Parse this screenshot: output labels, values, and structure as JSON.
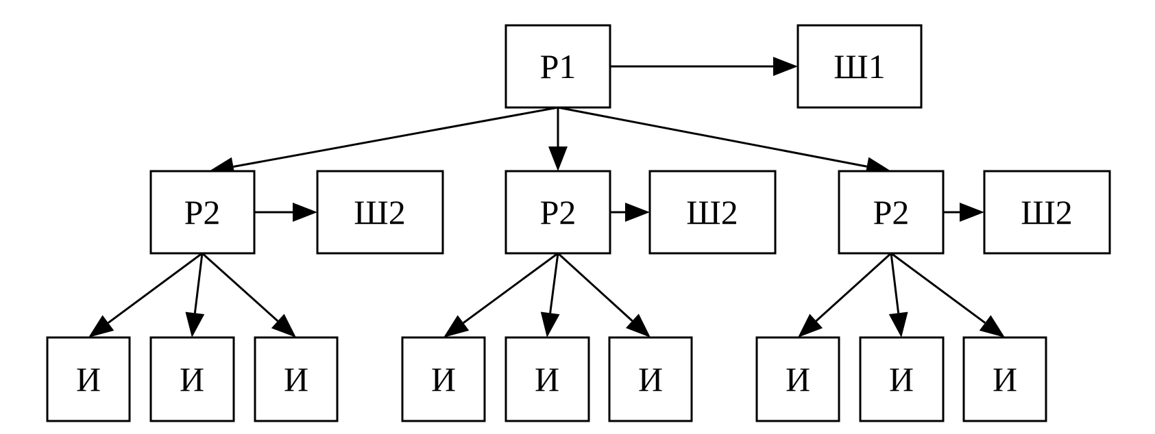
{
  "diagram": {
    "colors": {
      "stroke": "#000000",
      "background": "#ffffff"
    },
    "nodes": {
      "p1": "Р1",
      "sh1": "Ш1",
      "p2a": "Р2",
      "sh2a": "Ш2",
      "p2b": "Р2",
      "sh2b": "Ш2",
      "p2c": "Р2",
      "sh2c": "Ш2",
      "i1": "И",
      "i2": "И",
      "i3": "И",
      "i4": "И",
      "i5": "И",
      "i6": "И",
      "i7": "И",
      "i8": "И",
      "i9": "И"
    },
    "edges": [
      {
        "from": "p1",
        "to": "sh1"
      },
      {
        "from": "p1",
        "to": "p2a"
      },
      {
        "from": "p1",
        "to": "p2b"
      },
      {
        "from": "p1",
        "to": "p2c"
      },
      {
        "from": "p2a",
        "to": "sh2a"
      },
      {
        "from": "p2b",
        "to": "sh2b"
      },
      {
        "from": "p2c",
        "to": "sh2c"
      },
      {
        "from": "p2a",
        "to": "i1"
      },
      {
        "from": "p2a",
        "to": "i2"
      },
      {
        "from": "p2a",
        "to": "i3"
      },
      {
        "from": "p2b",
        "to": "i4"
      },
      {
        "from": "p2b",
        "to": "i5"
      },
      {
        "from": "p2b",
        "to": "i6"
      },
      {
        "from": "p2c",
        "to": "i7"
      },
      {
        "from": "p2c",
        "to": "i8"
      },
      {
        "from": "p2c",
        "to": "i9"
      }
    ]
  }
}
